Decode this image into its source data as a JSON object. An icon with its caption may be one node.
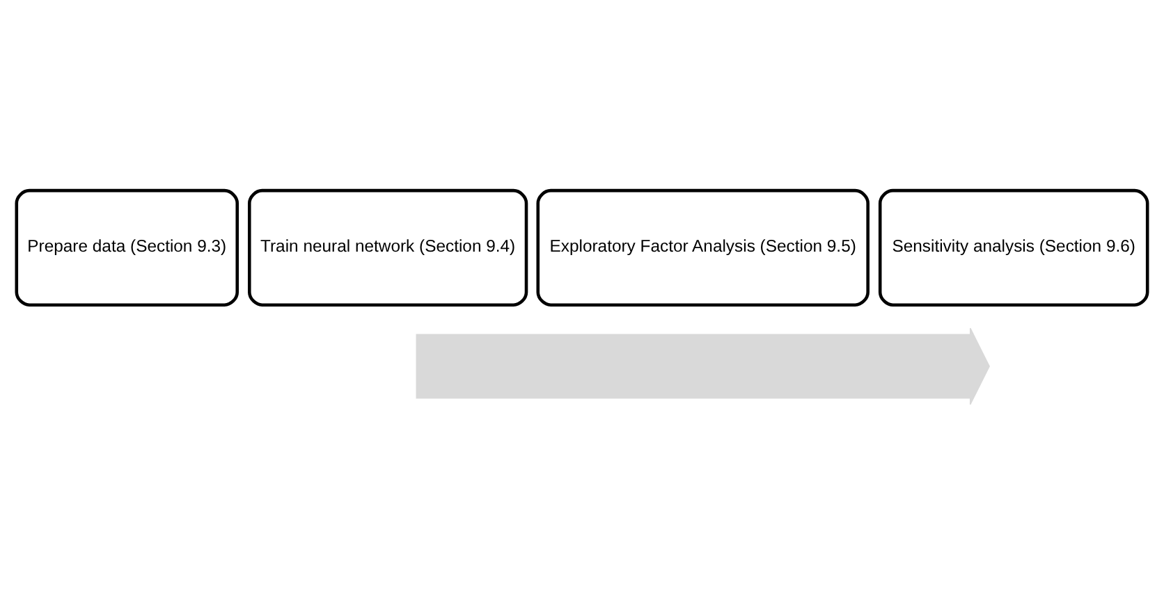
{
  "diagram": {
    "nodes": [
      {
        "text": [],
        "shape": "arrow"
      },
      {
        "text": [
          "Prepare data (Section 9.3)"
        ]
      },
      {
        "text": [
          "Train neural network (Section 9.4)"
        ]
      },
      {
        "text": [
          "Exploratory Factor Analysis (Section 9.5)"
        ]
      },
      {
        "text": [
          "Sensitivity analysis (Section 9.6)"
        ]
      }
    ],
    "edges": []
  }
}
